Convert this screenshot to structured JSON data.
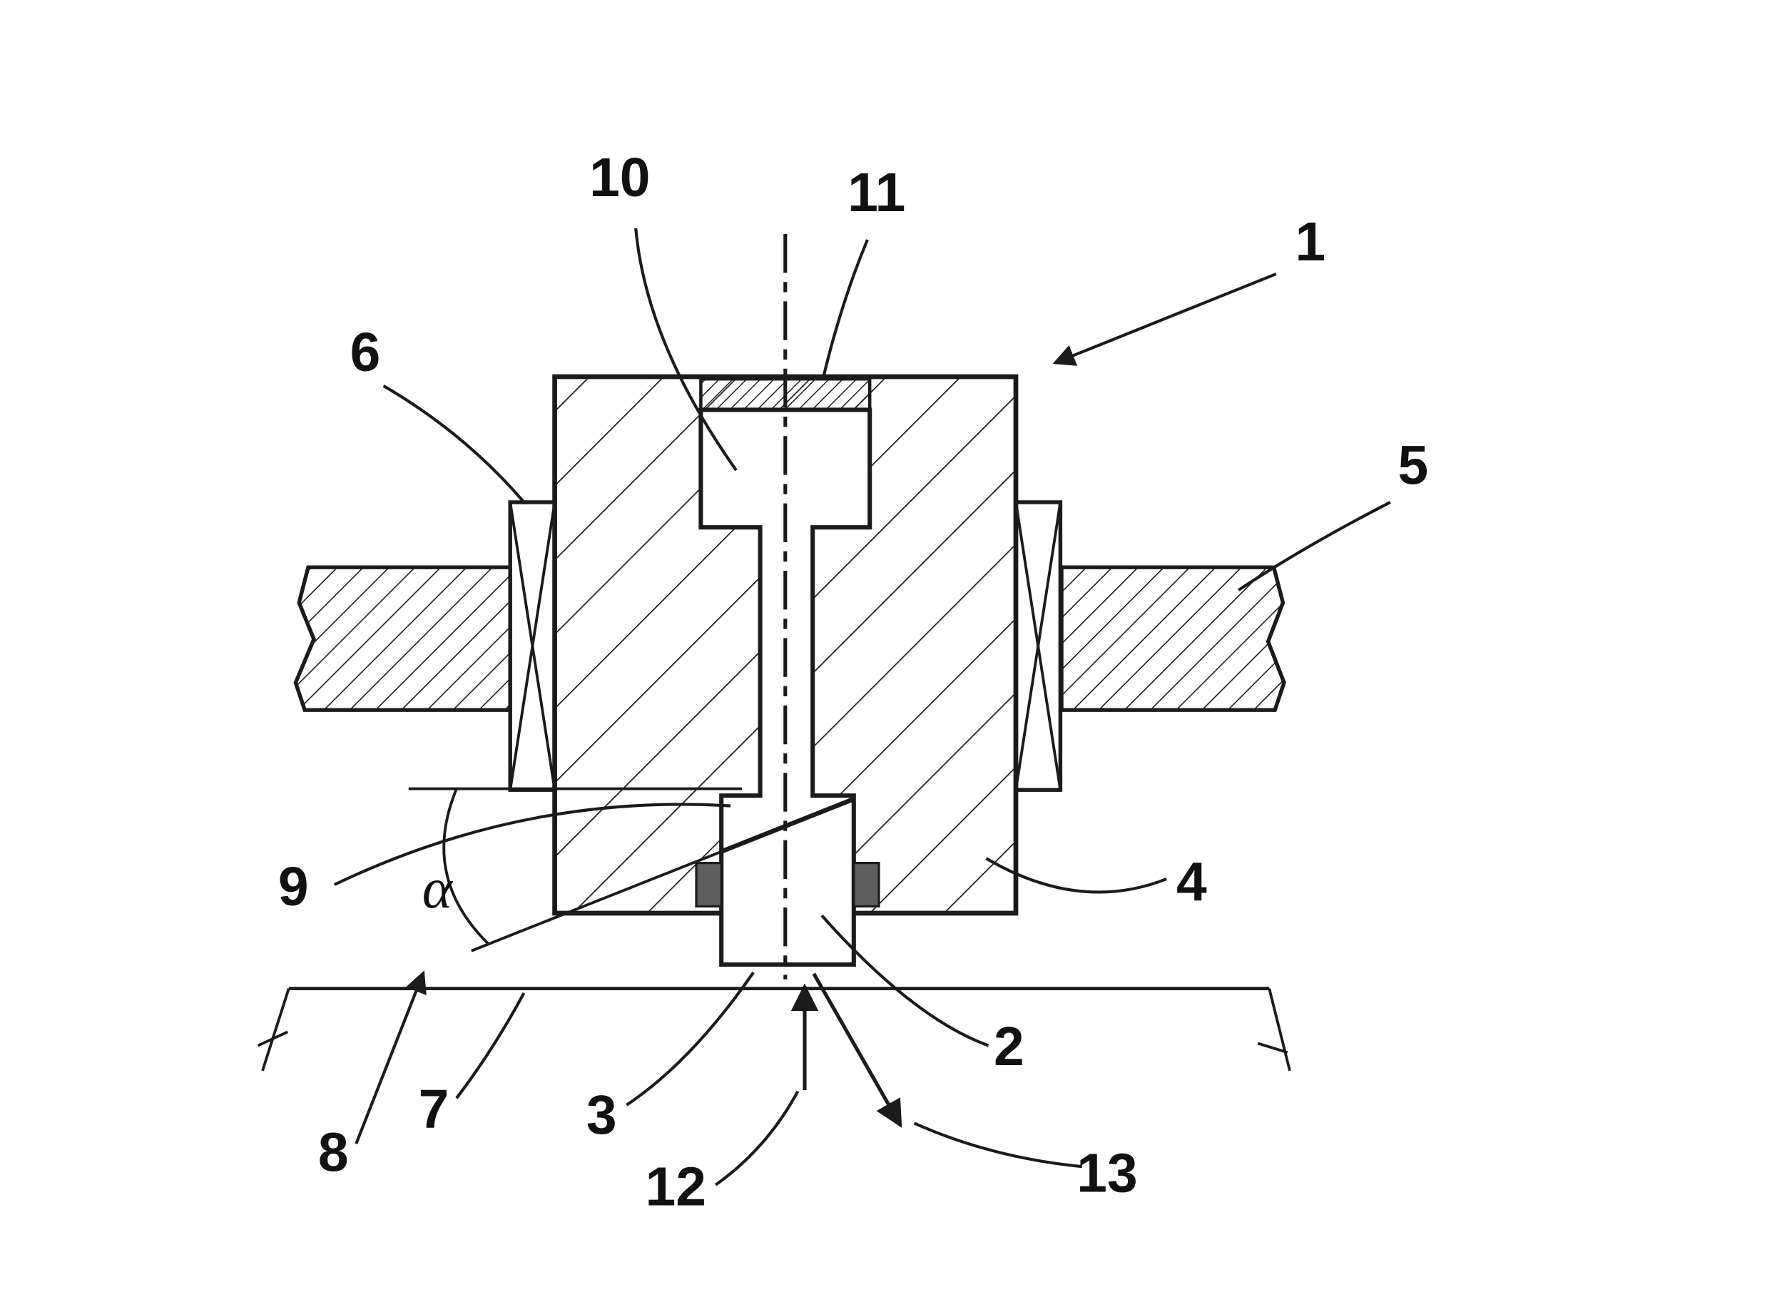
{
  "drawing": {
    "labels": {
      "ref1": "1",
      "ref2": "2",
      "ref3": "3",
      "ref4": "4",
      "ref5": "5",
      "ref6": "6",
      "ref7": "7",
      "ref8": "8",
      "ref9": "9",
      "ref10": "10",
      "ref11": "11",
      "ref12": "12",
      "ref13": "13",
      "alpha": "α"
    },
    "colors": {
      "line": "#1b1b1b",
      "background": "#ffffff",
      "seal_fill": "#5f5f5f"
    }
  }
}
